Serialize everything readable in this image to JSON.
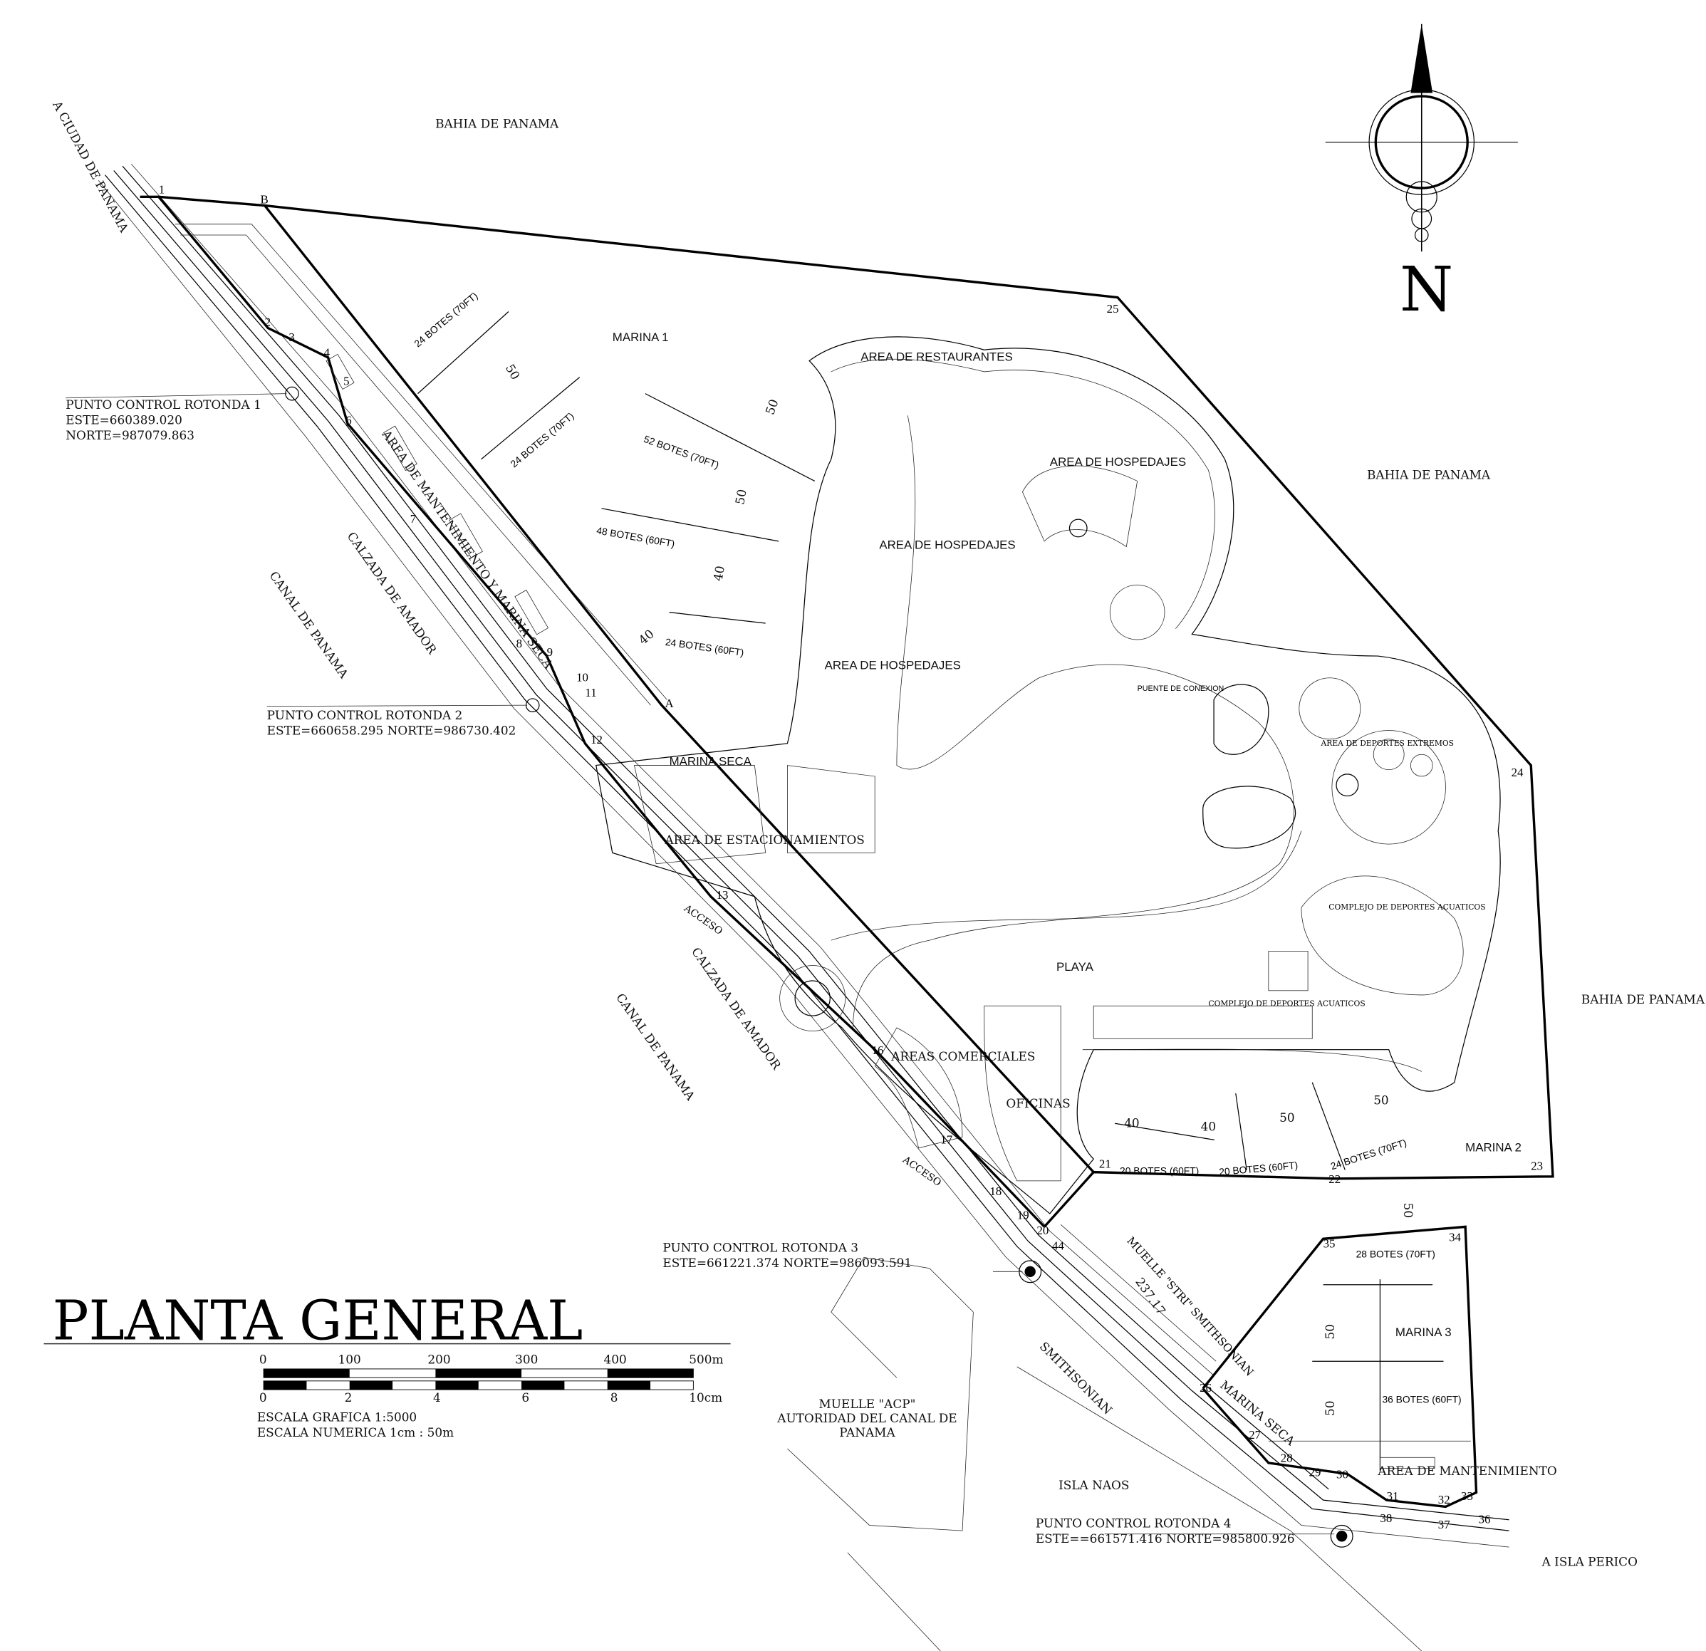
{
  "title": "PLANTA GENERAL",
  "scale": {
    "meters_ticks": [
      "0",
      "100",
      "200",
      "300",
      "400",
      "500m"
    ],
    "cm_ticks": [
      "0",
      "2",
      "4",
      "6",
      "8",
      "10cm"
    ],
    "grafica": "ESCALA GRAFICA  1:5000",
    "numerica": "ESCALA NUMERICA 1cm : 50m"
  },
  "north_label": "N",
  "water_labels": {
    "bahia_top": "BAHIA DE PANAMA",
    "bahia_right": "BAHIA DE PANAMA",
    "bahia_right2": "BAHIA DE PANAMA",
    "canal_1": "CANAL  DE  PANAMA",
    "canal_2": "CANAL  DE  PANAMA"
  },
  "road_labels": {
    "ciudad": "A CIUDAD DE PANAMA",
    "calzada_1": "CALZADA DE AMADOR",
    "calzada_2": "CALZADA DE AMADOR",
    "perico": "A ISLA PERICO",
    "acceso_1": "ACCESO",
    "acceso_2": "ACCESO"
  },
  "areas": {
    "marina1": "MARINA 1",
    "marina2": "MARINA 2",
    "marina3": "MARINA 3",
    "mantenimiento_seca": "AREA DE MANTENIMIENTO Y MARINA SECA",
    "restaurantes": "AREA DE RESTAURANTES",
    "hospedajes_1": "AREA DE HOSPEDAJES",
    "hospedajes_2": "AREA DE HOSPEDAJES",
    "hospedajes_3": "AREA DE HOSPEDAJES",
    "marina_seca": "MARINA SECA",
    "marina_seca_2": "MARINA SECA",
    "estacionamientos": "AREA DE ESTACIONAMIENTOS",
    "comerciales": "AREAS COMERCIALES",
    "oficinas": "OFICINAS",
    "playa": "PLAYA",
    "puente": "PUENTE DE CONEXION",
    "extremos": "AREA DE DEPORTES EXTREMOS",
    "acuaticos_1": "COMPLEJO DE DEPORTES ACUATICOS",
    "acuaticos_2": "COMPLEJO DE DEPORTES ACUATICOS",
    "mantenimiento": "AREA DE MANTENIMIENTO",
    "isla_naos": "ISLA  NAOS",
    "smithsonian": "SMITHSONIAN",
    "muelle_stri": "MUELLE \"STRI\" SMITHSONIAN",
    "muelle_acp_1": "MUELLE \"ACP\"",
    "muelle_acp_2": "AUTORIDAD DEL CANAL DE",
    "muelle_acp_3": "PANAMA",
    "dim_237": "237.17"
  },
  "boats": {
    "m1_a": "24 BOTES (70FT)",
    "m1_b": "24 BOTES (70FT)",
    "m1_c": "52 BOTES (70FT)",
    "m1_d": "48 BOTES (60FT)",
    "m1_e": "24 BOTES (60FT)",
    "m2_a": "20 BOTES (60FT)",
    "m2_b": "20 BOTES (60FT)",
    "m2_c": "24 BOTES (70FT)",
    "m3_a": "28 BOTES (70FT)",
    "m3_b": "36 BOTES (60FT)"
  },
  "dims": [
    "50",
    "50",
    "50",
    "40",
    "40",
    "40",
    "40",
    "50",
    "50",
    "50",
    "50",
    "50"
  ],
  "control_points": [
    {
      "title": "PUNTO CONTROL ROTONDA 1",
      "este": "ESTE=660389.020",
      "norte": "NORTE=987079.863"
    },
    {
      "title": "PUNTO CONTROL ROTONDA 2",
      "coords": "ESTE=660658.295  NORTE=986730.402"
    },
    {
      "title": "PUNTO CONTROL ROTONDA 3",
      "coords": "ESTE=661221.374  NORTE=986093.591"
    },
    {
      "title": "PUNTO CONTROL ROTONDA 4",
      "coords": "ESTE==661571.416  NORTE=985800.926"
    }
  ],
  "points": [
    "1",
    "B",
    "2",
    "3",
    "4",
    "5",
    "6",
    "7",
    "8",
    "9",
    "10",
    "11",
    "12",
    "13",
    "16",
    "17",
    "18",
    "19",
    "20",
    "21",
    "22",
    "23",
    "24",
    "25",
    "26",
    "27",
    "28",
    "29",
    "30",
    "31",
    "32",
    "33",
    "34",
    "35",
    "36",
    "37",
    "38",
    "44",
    "A"
  ]
}
